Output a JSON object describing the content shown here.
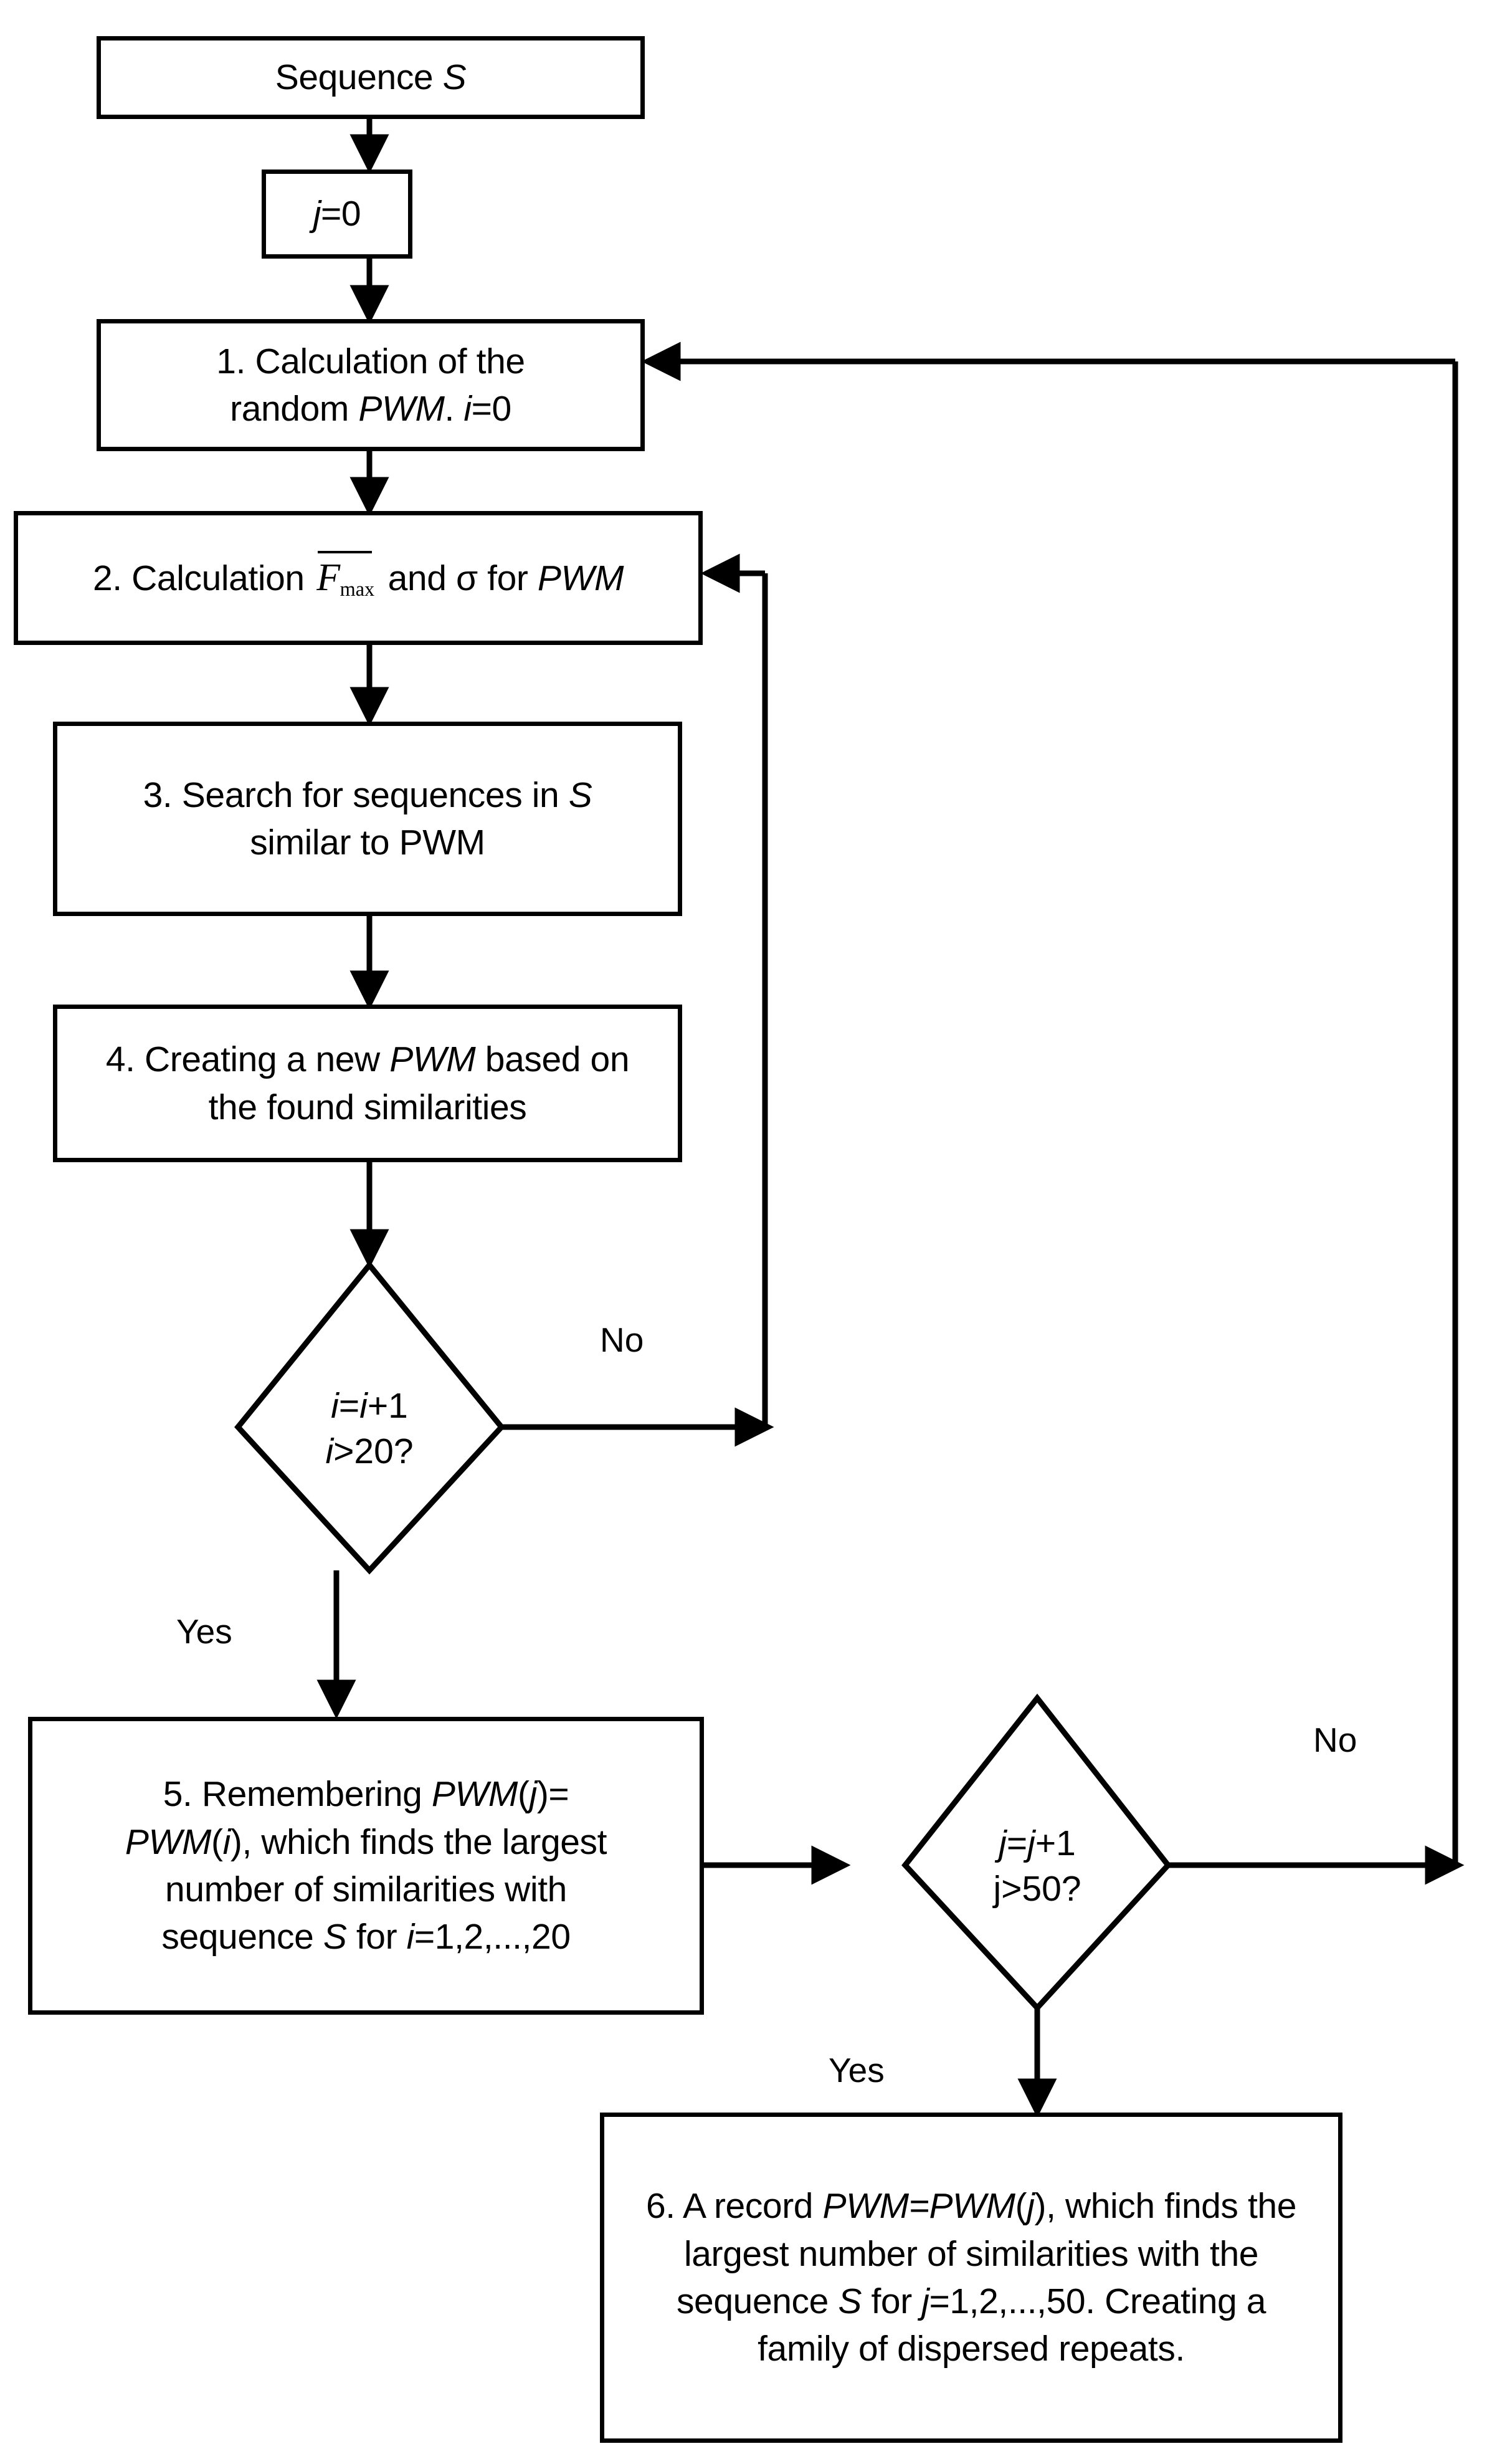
{
  "diagram": {
    "title": "PWM motif search flowchart",
    "stroke_color": "#000000",
    "fill_color": "#ffffff"
  },
  "nodes": {
    "start": {
      "id": "start",
      "shape": "process",
      "text": "Sequence S",
      "text_plain": "Sequence S",
      "italic_part": "S"
    },
    "init_j": {
      "id": "init_j",
      "shape": "process",
      "text": "j=0",
      "text_plain": "j=0"
    },
    "step1": {
      "id": "step1",
      "shape": "process",
      "line1": "1. Calculation of the",
      "line2_pre": "random ",
      "line2_em": "PWM",
      "line2_post": ". ",
      "line2_em2": "i",
      "line2_end": "=0",
      "text_plain": "1. Calculation of the random PWM. i=0"
    },
    "step2": {
      "id": "step2",
      "shape": "process",
      "pre": "2. Calculation ",
      "formula_base": "F",
      "formula_sub": "max",
      "mid": " and σ for ",
      "em": "PWM",
      "text_plain": "2. Calculation F̄max and σ for PWM"
    },
    "step3": {
      "id": "step3",
      "shape": "process",
      "line1_pre": "3. Search for sequences in ",
      "line1_em": "S",
      "line2": "similar to PWM",
      "text_plain": "3. Search for sequences in S similar to PWM"
    },
    "step4": {
      "id": "step4",
      "shape": "process",
      "line1_pre": "4. Creating a new ",
      "line1_em": "PWM",
      "line1_post": " based on",
      "line2": "the found similarities",
      "text_plain": "4. Creating a new PWM based on the found similarities"
    },
    "decision_i": {
      "id": "decision_i",
      "shape": "diamond",
      "line1": "i=i+1",
      "line2": "i>20?",
      "text_plain": "i=i+1 i>20?"
    },
    "step5": {
      "id": "step5",
      "shape": "process",
      "l1_pre": "5. Remembering ",
      "l1_em": "PWM",
      "l1_paren_open": "(",
      "l1_em2": "j",
      "l1_paren_close": ")=",
      "l2_em": "PWM",
      "l2_paren_open": "(",
      "l2_em2": "i",
      "l2_post": "), which finds the largest",
      "l3": "number of similarities with",
      "l4_pre": "sequence ",
      "l4_em": "S",
      "l4_mid": " for ",
      "l4_em2": "i",
      "l4_post": "=1,2,...,20",
      "text_plain": "5. Remembering PWM(j)=PWM(i), which finds the largest number of similarities with sequence S for i=1,2,...,20"
    },
    "decision_j": {
      "id": "decision_j",
      "shape": "diamond",
      "line1": "j=j+1",
      "line2": "j>50?",
      "text_plain": "j=j+1 j>50?"
    },
    "step6": {
      "id": "step6",
      "shape": "process",
      "l1_pre": "6. A record ",
      "l1_em": "PWM=PWM",
      "l1_paren_open": "(",
      "l1_em2": "j",
      "l1_post": "), which finds the",
      "l2": "largest number of similarities with the",
      "l3_pre": "sequence ",
      "l3_em": "S",
      "l3_mid": " for ",
      "l3_em2": "j",
      "l3_post": "=1,2,...,50. Creating a",
      "l4": "family of dispersed repeats.",
      "text_plain": "6. A record PWM=PWM(j), which finds the largest number of similarities with the sequence S for j=1,2,...,50. Creating a family of dispersed repeats."
    }
  },
  "edge_labels": {
    "no_inner": "No",
    "yes_inner": "Yes",
    "no_outer": "No",
    "yes_outer": "Yes"
  },
  "flow": {
    "edges": [
      {
        "from": "start",
        "to": "init_j",
        "label": ""
      },
      {
        "from": "init_j",
        "to": "step1",
        "label": ""
      },
      {
        "from": "step1",
        "to": "step2",
        "label": ""
      },
      {
        "from": "step2",
        "to": "step3",
        "label": ""
      },
      {
        "from": "step3",
        "to": "step4",
        "label": ""
      },
      {
        "from": "step4",
        "to": "decision_i",
        "label": ""
      },
      {
        "from": "decision_i",
        "to": "step2",
        "label": "No"
      },
      {
        "from": "decision_i",
        "to": "step5",
        "label": "Yes"
      },
      {
        "from": "step5",
        "to": "decision_j",
        "label": ""
      },
      {
        "from": "decision_j",
        "to": "step1",
        "label": "No"
      },
      {
        "from": "decision_j",
        "to": "step6",
        "label": "Yes"
      }
    ]
  }
}
